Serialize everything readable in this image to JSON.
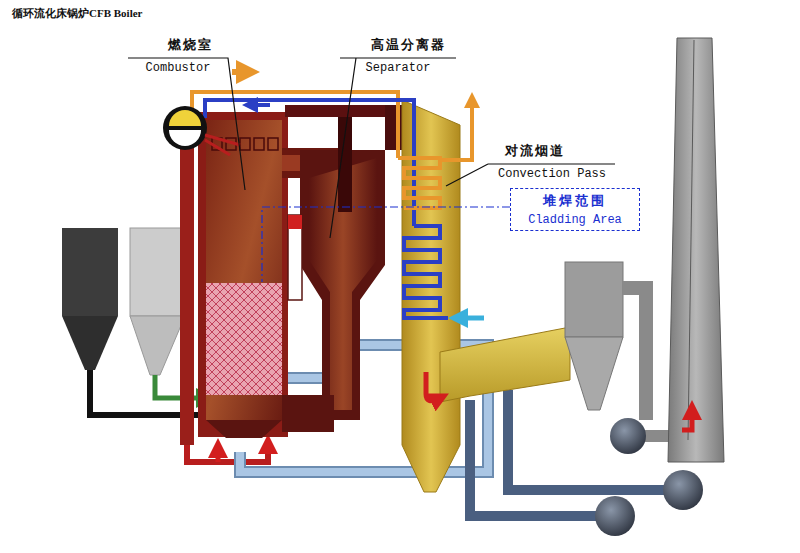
{
  "diagram": {
    "title": "循环流化床锅炉CFB Boiler",
    "nodes": [
      {
        "text": [
          "堆焊范围",
          "Cladding Area"
        ]
      }
    ],
    "labels": [
      "燃烧室",
      "Combustor",
      "高温分离器",
      "Separator",
      "对流烟道",
      "Convection Pass"
    ]
  }
}
